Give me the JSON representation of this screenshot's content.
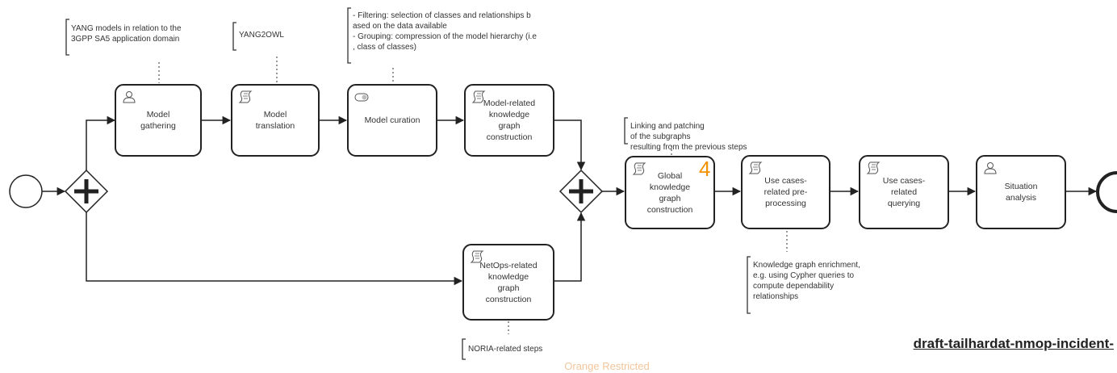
{
  "tasks": {
    "model_gathering": {
      "label": "Model\ngathering",
      "icon": "user-icon"
    },
    "model_translation": {
      "label": "Model\ntranslation",
      "icon": "script-icon"
    },
    "model_curation": {
      "label": "Model curation",
      "icon": "manual-toggle-icon"
    },
    "model_kg": {
      "label": "Model-related\nknowledge\ngraph\nconstruction",
      "icon": "script-icon"
    },
    "netops_kg": {
      "label": "NetOps-related\nknowledge\ngraph\nconstruction",
      "icon": "script-icon"
    },
    "global_kg": {
      "label": "Global\nknowledge\ngraph\nconstruction",
      "icon": "script-icon"
    },
    "usecase_pre": {
      "label": "Use cases-\nrelated pre-\nprocessing",
      "icon": "script-icon"
    },
    "usecase_query": {
      "label": "Use cases-\nrelated\nquerying",
      "icon": "script-icon"
    },
    "situation": {
      "label": "Situation\nanalysis",
      "icon": "user-icon"
    }
  },
  "annotations": {
    "yang_models": "YANG models in relation to the\n3GPP SA5 application domain",
    "yang2owl": "YANG2OWL",
    "filtering": "- Filtering: selection of classes and relationships b\nased on the data available\n- Grouping: compression of the model hierarchy (i.e\n, class of classes)",
    "linking": "Linking and patching\nof the subgraphs\nresulting from the previous steps",
    "enrichment": "Knowledge graph enrichment,\ne.g. using Cypher queries to\ncompute dependability\nrelationships",
    "noria": "NORIA-related steps"
  },
  "step_number": "4",
  "footer": {
    "draft": "draft-tailhardat-nmop-incident-",
    "classification": "Orange Restricted"
  },
  "colors": {
    "accent": "#f39200",
    "stroke": "#222222",
    "classification": "#f2c59b"
  }
}
